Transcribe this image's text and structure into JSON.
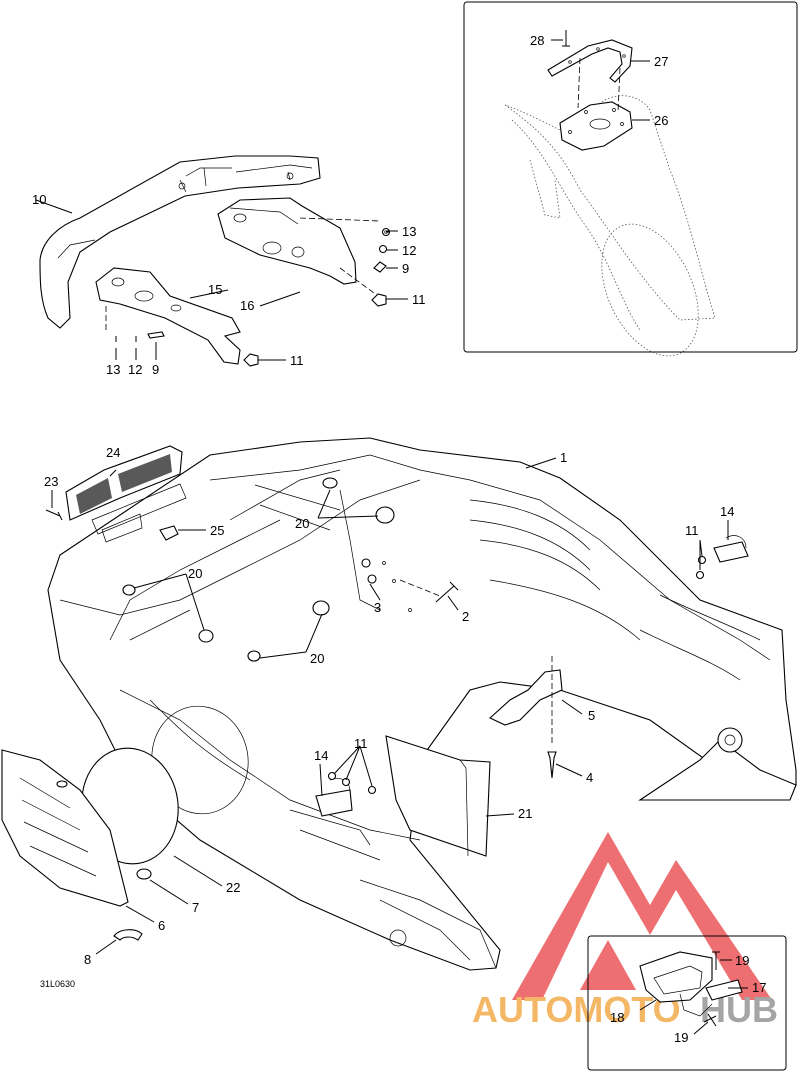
{
  "figure_code": "31L0630",
  "callouts": {
    "c1": "1",
    "c2": "2",
    "c3": "3",
    "c4": "4",
    "c5": "5",
    "c6": "6",
    "c7": "7",
    "c8": "8",
    "c9a": "9",
    "c9b": "9",
    "c10": "10",
    "c11a": "11",
    "c11b": "11",
    "c11c": "11",
    "c11d": "11",
    "c12a": "12",
    "c12b": "12",
    "c13a": "13",
    "c13b": "13",
    "c14a": "14",
    "c14b": "14",
    "c15": "15",
    "c16": "16",
    "c17": "17",
    "c18": "18",
    "c19a": "19",
    "c19b": "19",
    "c20a": "20",
    "c20b": "20",
    "c20c": "20",
    "c21": "21",
    "c22": "22",
    "c23": "23",
    "c24": "24",
    "c25": "25",
    "c26": "26",
    "c27": "27",
    "c28": "28"
  },
  "watermark": {
    "text_auto": "AUTOMOTO",
    "text_hub": "HUB",
    "color_red": "#e8474a",
    "color_orange": "#f2a33a",
    "color_gray": "#8c8c8c"
  }
}
